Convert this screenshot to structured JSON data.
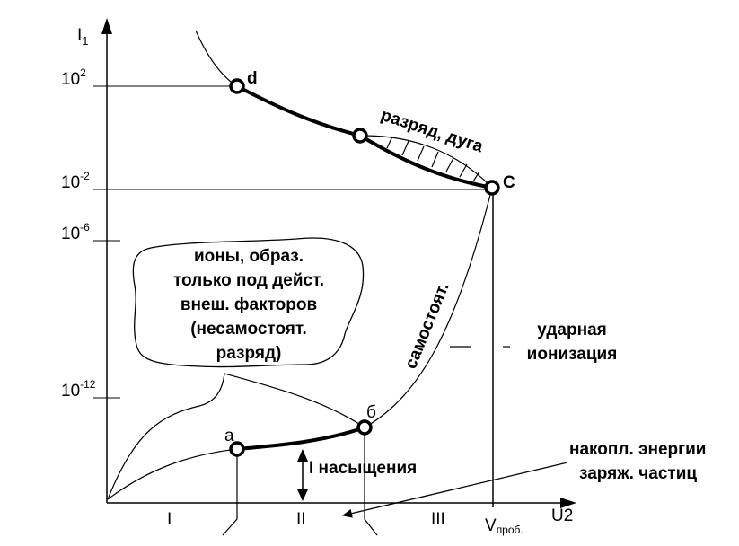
{
  "axes": {
    "y_label": "I",
    "y_label_sub": "1",
    "x_label": "U2"
  },
  "y_ticks": [
    {
      "base": "10",
      "exp": "2"
    },
    {
      "base": "10",
      "exp": "-2"
    },
    {
      "base": "10",
      "exp": "-6"
    },
    {
      "base": "10",
      "exp": "-12"
    }
  ],
  "points": {
    "a": "а",
    "b": "б",
    "c": "C",
    "d": "d"
  },
  "regions": {
    "r1": "I",
    "r2": "II",
    "r3": "III"
  },
  "v_breakdown": {
    "base": "V",
    "sub": "проб."
  },
  "labels": {
    "arc": "разряд, дуга",
    "self_sustained": "самостоят.",
    "impact_line1": "ударная",
    "impact_line2": "ионизация",
    "saturation": "I насыщения",
    "energy_line1": "накопл. энергии",
    "energy_line2": "заряж. частиц"
  },
  "cloud": {
    "line1": "ионы, образ.",
    "line2": "только под  дейст.",
    "line3": "внеш. факторов",
    "line4": "(несамостоят.",
    "line5": "разряд)"
  }
}
